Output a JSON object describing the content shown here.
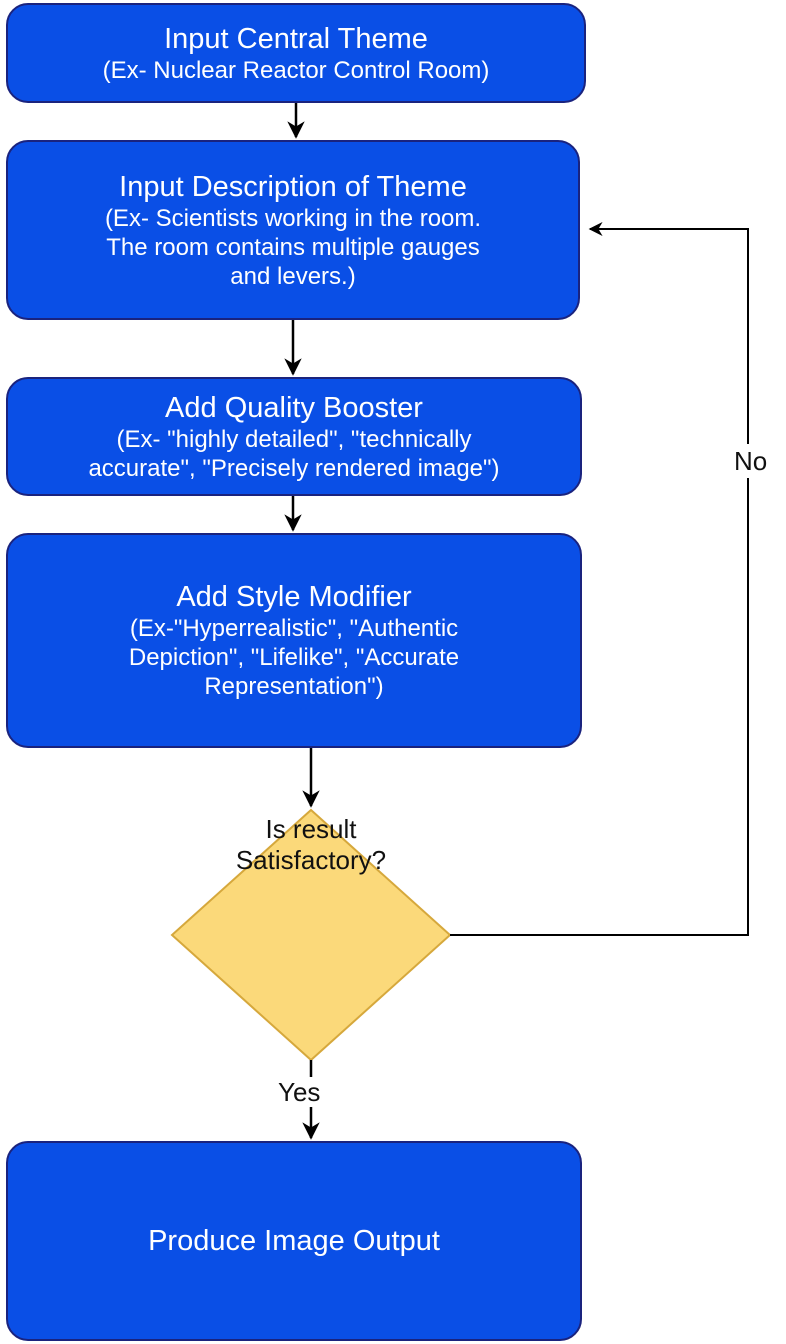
{
  "nodes": {
    "central_theme": {
      "title": "Input Central Theme",
      "example": "(Ex- Nuclear Reactor Control Room)"
    },
    "description": {
      "title": "Input Description of Theme",
      "example": "(Ex- Scientists working in the room.\nThe room contains multiple gauges\nand levers.)"
    },
    "quality_booster": {
      "title": "Add Quality Booster",
      "example": "(Ex- \"highly detailed\", \"technically\naccurate\", \"Precisely rendered image\")"
    },
    "style_modifier": {
      "title": "Add Style Modifier",
      "example": "(Ex-\"Hyperrealistic\", \"Authentic\nDepiction\", \"Lifelike\", \"Accurate\nRepresentation\")"
    },
    "decision": {
      "text": "Is result\nSatisfactory?"
    },
    "output": {
      "title": "Produce Image Output"
    }
  },
  "edges": {
    "no_label": "No",
    "yes_label": "Yes"
  },
  "colors": {
    "box_fill": "#0a4fe6",
    "box_border": "#1a237e",
    "box_text": "#ffffff",
    "decision_fill": "#fbd97a",
    "decision_border": "#d6a83c",
    "connector": "#000000"
  }
}
